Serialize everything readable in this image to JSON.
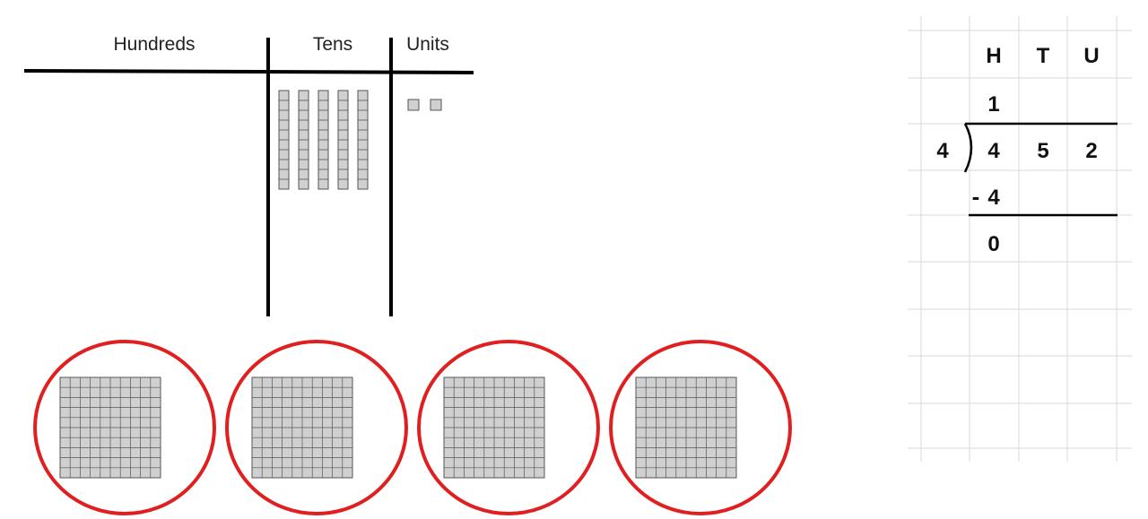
{
  "place_value_chart": {
    "headers": {
      "hundreds": "Hundreds",
      "tens": "Tens",
      "units": "Units"
    },
    "tens_rods": 5,
    "unit_cubes": 2,
    "line_color": "#000000",
    "block_fill": "#d0d0d0",
    "block_stroke": "#555555"
  },
  "grouping": {
    "groups": 4,
    "hundreds_per_group": 1,
    "circle_color": "#e02020"
  },
  "division": {
    "columns": [
      "H",
      "T",
      "U"
    ],
    "quotient": [
      "1",
      "",
      ""
    ],
    "divisor": "4",
    "dividend": [
      "4",
      "5",
      "2"
    ],
    "subtract": {
      "sign": "-",
      "value": "4"
    },
    "remainder": [
      "0",
      "",
      ""
    ],
    "grid_color": "#d8d8d8"
  }
}
